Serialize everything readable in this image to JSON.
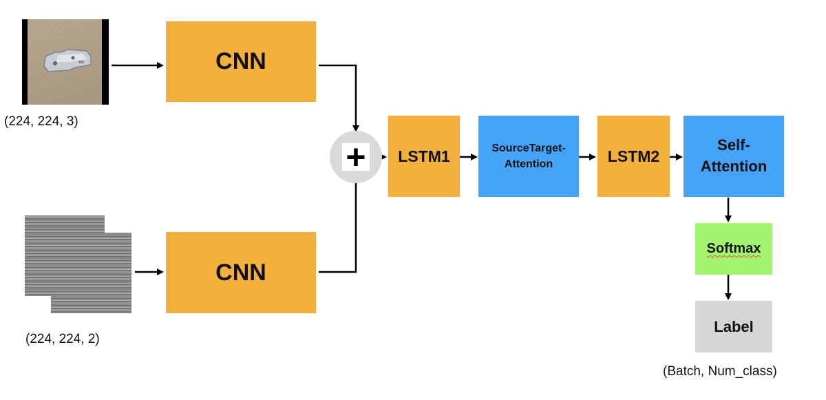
{
  "inputs": {
    "image_shape": "(224, 224, 3)",
    "spectrogram_shape": "(224, 224, 2)"
  },
  "blocks": {
    "cnn_top": "CNN",
    "cnn_bottom": "CNN",
    "plus": "+",
    "lstm1": "LSTM1",
    "source_target_attention": {
      "line1": "SourceTarget-",
      "line2": "Attention"
    },
    "lstm2": "LSTM2",
    "self_attention": {
      "line1": "Self-",
      "line2": "Attention"
    },
    "softmax": "Softmax",
    "label": "Label"
  },
  "output_shape": "(Batch, Num_class)",
  "colors": {
    "cnn_lstm": "#f3b03d",
    "attention": "#45a3f7",
    "softmax": "#a3f56f",
    "label": "#d6d6d6"
  }
}
